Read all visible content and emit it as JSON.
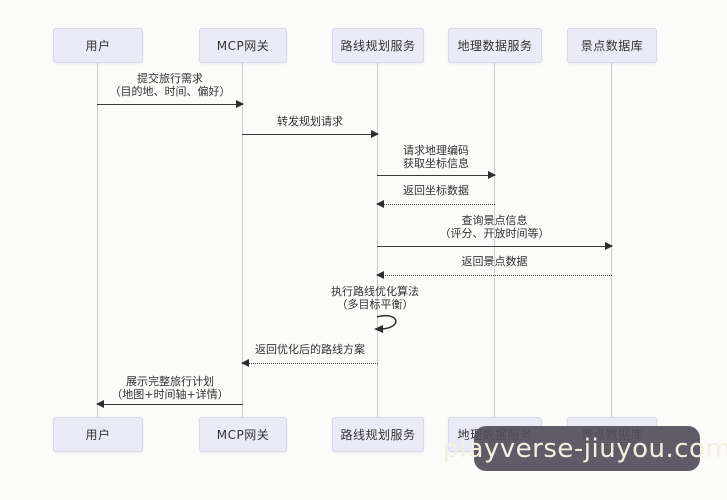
{
  "diagram": {
    "type": "sequence-diagram",
    "participants": [
      {
        "id": "user",
        "label": "用户"
      },
      {
        "id": "mcp-gateway",
        "label": "MCP网关"
      },
      {
        "id": "route-planning-service",
        "label": "路线规划服务"
      },
      {
        "id": "geo-data-service",
        "label": "地理数据服务"
      },
      {
        "id": "poi-database",
        "label": "景点数据库"
      }
    ],
    "messages": [
      {
        "from": "用户",
        "to": "MCP网关",
        "style": "solid",
        "line1": "提交旅行需求",
        "line2": "（目的地、时间、偏好）"
      },
      {
        "from": "MCP网关",
        "to": "路线规划服务",
        "style": "solid",
        "line1": "转发规划请求",
        "line2": ""
      },
      {
        "from": "路线规划服务",
        "to": "地理数据服务",
        "style": "solid",
        "line1": "请求地理编码",
        "line2": "获取坐标信息"
      },
      {
        "from": "地理数据服务",
        "to": "路线规划服务",
        "style": "dashed-return",
        "line1": "返回坐标数据",
        "line2": ""
      },
      {
        "from": "路线规划服务",
        "to": "景点数据库",
        "style": "solid",
        "line1": "查询景点信息",
        "line2": "（评分、开放时间等）"
      },
      {
        "from": "景点数据库",
        "to": "路线规划服务",
        "style": "dashed-return",
        "line1": "返回景点数据",
        "line2": ""
      },
      {
        "from": "路线规划服务",
        "to": "路线规划服务",
        "style": "self-loop",
        "line1": "执行路线优化算法",
        "line2": "（多目标平衡）"
      },
      {
        "from": "路线规划服务",
        "to": "MCP网关",
        "style": "dashed-return",
        "line1": "返回优化后的路线方案",
        "line2": ""
      },
      {
        "from": "MCP网关",
        "to": "用户",
        "style": "solid",
        "line1": "展示完整旅行计划",
        "line2": "（地图+时间轴+详情）"
      }
    ]
  },
  "watermark": {
    "text": "playverse-jiuyou.com"
  },
  "colors": {
    "background": "#fbfbfa",
    "participant_fill": "#ebebf8",
    "participant_border": "#d9d9ee",
    "lifeline": "#cccccc",
    "arrow": "#2e2e2e",
    "text": "#333333",
    "watermark_bg": "#524e5a",
    "watermark_text": "#f3efe1"
  }
}
